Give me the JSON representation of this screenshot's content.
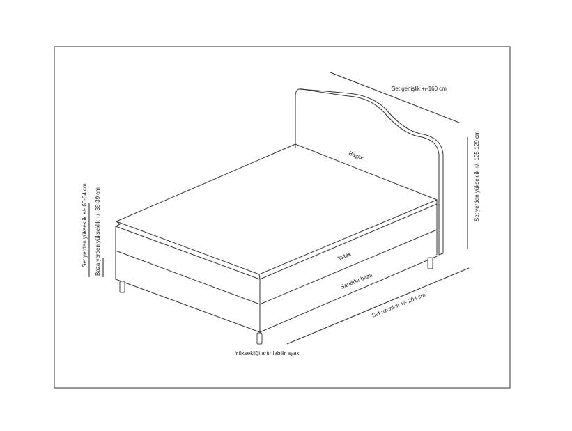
{
  "diagram": {
    "type": "technical-drawing",
    "subject": "bed set with headboard, mattress and storage base",
    "labels": {
      "headboard": "Başlık",
      "mattress": "Yatak",
      "storage_base": "Sandıklı baza",
      "adjustable_leg": "Yüksekliği artırılabilir ayak"
    },
    "dimensions": {
      "width": "Set genişlik +/-160 cm",
      "length": "Set uzunluk +/- 204 cm",
      "headboard_height": "Set yerden yükseklik +/- 125-129 cm",
      "set_height": "Set yerden yükseklik +/- 60-64 cm",
      "base_height": "Baza yerden yükseklik +/- 35-39 cm"
    },
    "colors": {
      "line": "#333333",
      "frame": "#555555",
      "background": "#ffffff"
    }
  }
}
